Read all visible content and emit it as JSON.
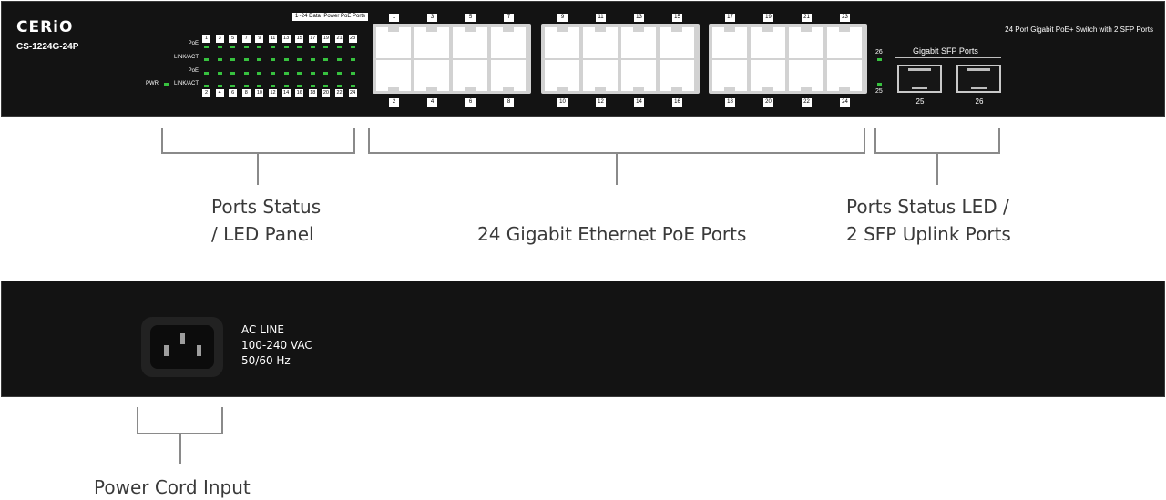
{
  "front_panel": {
    "brand": "CERiO",
    "model": "CS-1224G-24P",
    "description": "24 Port Gigabit PoE+ Switch with 2 SFP Ports",
    "poe_tag": "1~24 Data+Power PoE Ports",
    "led_labels": [
      "PoE",
      "LINK/ACT",
      "PoE",
      "LINK/ACT"
    ],
    "pwr_label": "PWR",
    "led_top_numbers": [
      "1",
      "3",
      "5",
      "7",
      "9",
      "11",
      "13",
      "15",
      "17",
      "19",
      "21",
      "23"
    ],
    "led_bottom_numbers": [
      "2",
      "4",
      "6",
      "8",
      "10",
      "12",
      "14",
      "16",
      "18",
      "20",
      "22",
      "24"
    ],
    "port_groups": [
      {
        "top": [
          "1",
          "3",
          "5",
          "7"
        ],
        "bottom": [
          "2",
          "4",
          "6",
          "8"
        ]
      },
      {
        "top": [
          "9",
          "11",
          "13",
          "15"
        ],
        "bottom": [
          "10",
          "12",
          "14",
          "16"
        ]
      },
      {
        "top": [
          "17",
          "19",
          "21",
          "23"
        ],
        "bottom": [
          "18",
          "20",
          "22",
          "24"
        ]
      }
    ],
    "sfp_title": "Gigabit SFP Ports",
    "sfp_ports": [
      "25",
      "26"
    ],
    "sfp_led_numbers": [
      "26",
      "25"
    ],
    "led_color": "#37c23f"
  },
  "callouts": {
    "led_panel": {
      "line1": "Ports Status",
      "line2": "/  LED Panel"
    },
    "ethernet": {
      "line1": "24 Gigabit Ethernet PoE Ports"
    },
    "sfp": {
      "line1": "Ports Status LED  /",
      "line2": "2 SFP Uplink Ports"
    },
    "power": {
      "line1": "Power Cord Input"
    }
  },
  "rear_panel": {
    "ac_line1": "AC LINE",
    "ac_line2": "100-240 VAC",
    "ac_line3": "50/60 Hz"
  }
}
